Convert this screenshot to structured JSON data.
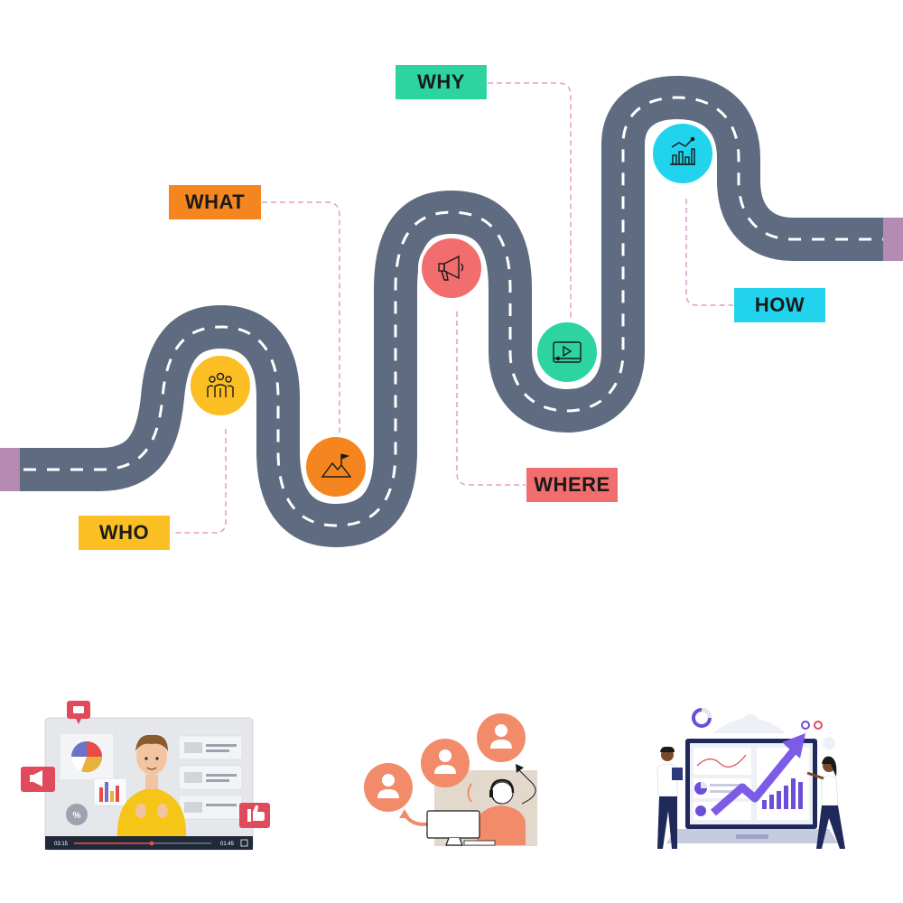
{
  "colors": {
    "road": "#5f6b80",
    "road_edge_cap": "#b58bb3",
    "lane": "#ffffff",
    "connector": "#e69acb",
    "who": "#fbbf24",
    "what": "#f5861f",
    "where": "#f26d6d",
    "why": "#2dd4a0",
    "how": "#22d3ee"
  },
  "milestones": [
    {
      "key": "who",
      "label": "WHO",
      "icon": "team-icon"
    },
    {
      "key": "what",
      "label": "WHAT",
      "icon": "mountain-flag-icon"
    },
    {
      "key": "where",
      "label": "WHERE",
      "icon": "megaphone-icon"
    },
    {
      "key": "why",
      "label": "WHY",
      "icon": "video-player-icon"
    },
    {
      "key": "how",
      "label": "HOW",
      "icon": "growth-chart-icon"
    }
  ],
  "illustrations": [
    {
      "name": "presenter-video-illustration",
      "player": {
        "elapsed": "03:15",
        "total": "01:45"
      }
    },
    {
      "name": "customer-support-network-illustration"
    },
    {
      "name": "analytics-growth-illustration"
    }
  ]
}
